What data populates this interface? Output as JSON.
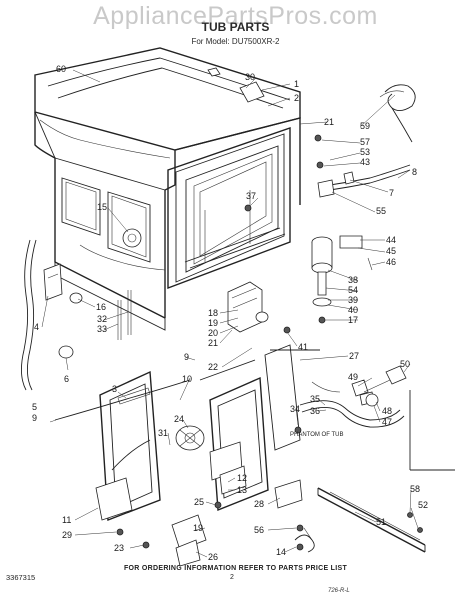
{
  "watermark": "AppliancePartsPros.com",
  "title": "TUB PARTS",
  "model_line": "For Model: DU7500XR-2",
  "footer_note": "FOR ORDERING INFORMATION REFER TO PARTS PRICE LIST",
  "doc_number": "3367315",
  "page_number": "2",
  "phantom_label": "PHANTOM OF TUB",
  "signature": "726-R-L",
  "callouts": [
    "60",
    "30",
    "1",
    "2",
    "21",
    "59",
    "57",
    "53",
    "43",
    "8",
    "7",
    "55",
    "15",
    "37",
    "44",
    "45",
    "46",
    "38",
    "54",
    "39",
    "40",
    "17",
    "16",
    "4",
    "32",
    "33",
    "6",
    "18",
    "19",
    "20",
    "21",
    "22",
    "9",
    "41",
    "27",
    "50",
    "49",
    "48",
    "47",
    "5",
    "9",
    "3",
    "10",
    "31",
    "24",
    "34",
    "35",
    "36",
    "12",
    "13",
    "28",
    "56",
    "11",
    "29",
    "23",
    "25",
    "19",
    "26",
    "14",
    "51",
    "58",
    "52"
  ]
}
